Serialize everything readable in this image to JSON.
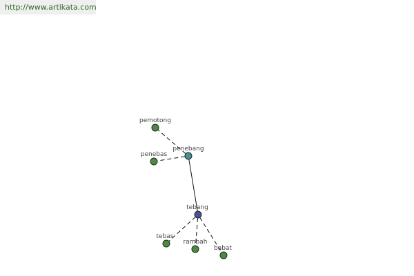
{
  "header": {
    "url_text": "http://www.artikata.com"
  },
  "graph": {
    "colors": {
      "synonym_node": "#4f8a45",
      "focus_node": "#4a4f9e",
      "hub_node": "#4b8f9a"
    },
    "nodes": [
      {
        "id": "pemotong",
        "label": "pemotong",
        "role": "synonym"
      },
      {
        "id": "penebas",
        "label": "penebas",
        "role": "synonym"
      },
      {
        "id": "penebang",
        "label": "penebang",
        "role": "hub"
      },
      {
        "id": "tebang",
        "label": "tebang",
        "role": "focus"
      },
      {
        "id": "tebas",
        "label": "tebas",
        "role": "synonym"
      },
      {
        "id": "rambah",
        "label": "rambah",
        "role": "synonym"
      },
      {
        "id": "babat",
        "label": "babat",
        "role": "synonym"
      }
    ],
    "edges": [
      {
        "from": "penebang",
        "to": "pemotong",
        "style": "dashed"
      },
      {
        "from": "penebang",
        "to": "penebas",
        "style": "dashed"
      },
      {
        "from": "penebang",
        "to": "tebang",
        "style": "solid"
      },
      {
        "from": "tebang",
        "to": "tebas",
        "style": "dashed"
      },
      {
        "from": "tebang",
        "to": "rambah",
        "style": "dashed"
      },
      {
        "from": "tebang",
        "to": "babat",
        "style": "dashed"
      }
    ]
  }
}
